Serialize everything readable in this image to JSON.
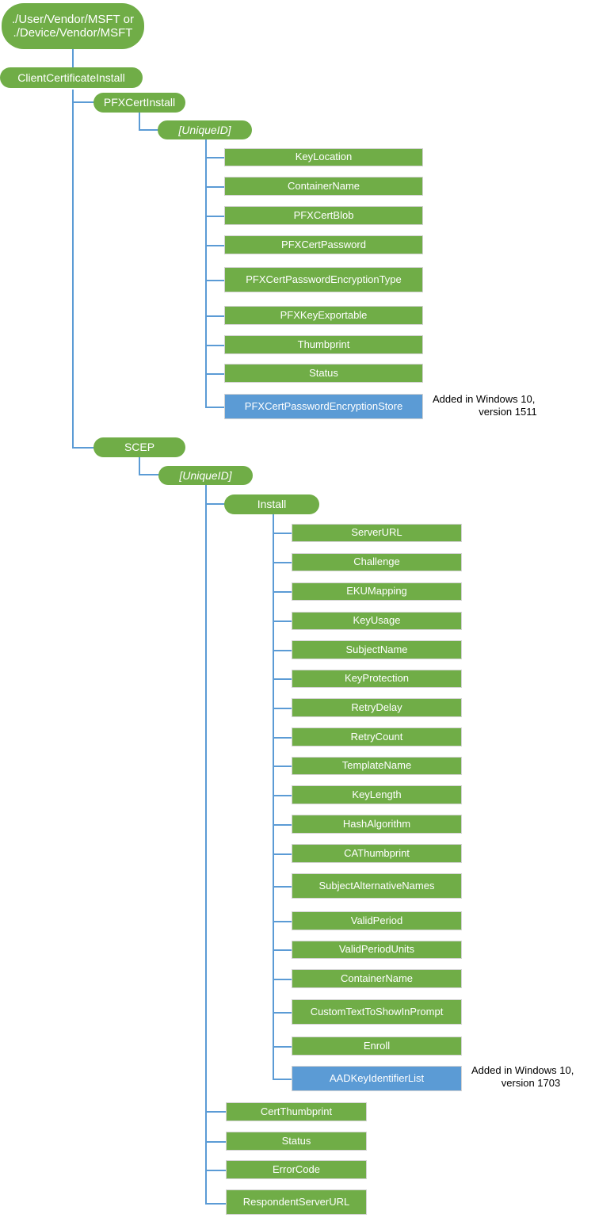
{
  "colors": {
    "green": "#70AD47",
    "blue": "#5B9BD5",
    "connector": "#5B9BD5",
    "text_on_node": "#FFFFFF",
    "annotation_text": "#000000",
    "background": "#FFFFFF"
  },
  "diagram": {
    "type": "tree",
    "title": "ClientCertificateInstall CSP node tree"
  },
  "root": {
    "line1": "./User/Vendor/MSFT or",
    "line2": "./Device/Vendor/MSFT"
  },
  "level1": {
    "client_certificate_install": "ClientCertificateInstall"
  },
  "pfx": {
    "branch": "PFXCertInstall",
    "unique_id": "[UniqueID]",
    "children": [
      {
        "label": "KeyLocation",
        "color": "green"
      },
      {
        "label": "ContainerName",
        "color": "green"
      },
      {
        "label": "PFXCertBlob",
        "color": "green"
      },
      {
        "label": "PFXCertPassword",
        "color": "green"
      },
      {
        "label": "PFXCertPasswordEncryptionType",
        "color": "green"
      },
      {
        "label": "PFXKeyExportable",
        "color": "green"
      },
      {
        "label": "Thumbprint",
        "color": "green"
      },
      {
        "label": "Status",
        "color": "green"
      },
      {
        "label": "PFXCertPasswordEncryptionStore",
        "color": "blue"
      }
    ],
    "annotation": {
      "line1": "Added in Windows 10,",
      "line2": "version 1511"
    }
  },
  "scep": {
    "branch": "SCEP",
    "unique_id": "[UniqueID]",
    "install": "Install",
    "install_children": [
      {
        "label": "ServerURL",
        "color": "green"
      },
      {
        "label": "Challenge",
        "color": "green"
      },
      {
        "label": "EKUMapping",
        "color": "green"
      },
      {
        "label": "KeyUsage",
        "color": "green"
      },
      {
        "label": "SubjectName",
        "color": "green"
      },
      {
        "label": "KeyProtection",
        "color": "green"
      },
      {
        "label": "RetryDelay",
        "color": "green"
      },
      {
        "label": "RetryCount",
        "color": "green"
      },
      {
        "label": "TemplateName",
        "color": "green"
      },
      {
        "label": "KeyLength",
        "color": "green"
      },
      {
        "label": "HashAlgorithm",
        "color": "green"
      },
      {
        "label": "CAThumbprint",
        "color": "green"
      },
      {
        "label": "SubjectAlternativeNames",
        "color": "green"
      },
      {
        "label": "ValidPeriod",
        "color": "green"
      },
      {
        "label": "ValidPeriodUnits",
        "color": "green"
      },
      {
        "label": "ContainerName",
        "color": "green"
      },
      {
        "label": "CustomTextToShowInPrompt",
        "color": "green"
      },
      {
        "label": "Enroll",
        "color": "green"
      },
      {
        "label": "AADKeyIdentifierList",
        "color": "blue"
      }
    ],
    "annotation": {
      "line1": "Added in Windows 10,",
      "line2": "version 1703"
    },
    "unique_id_children": [
      {
        "label": "CertThumbprint",
        "color": "green"
      },
      {
        "label": "Status",
        "color": "green"
      },
      {
        "label": "ErrorCode",
        "color": "green"
      },
      {
        "label": "RespondentServerURL",
        "color": "green"
      }
    ]
  }
}
